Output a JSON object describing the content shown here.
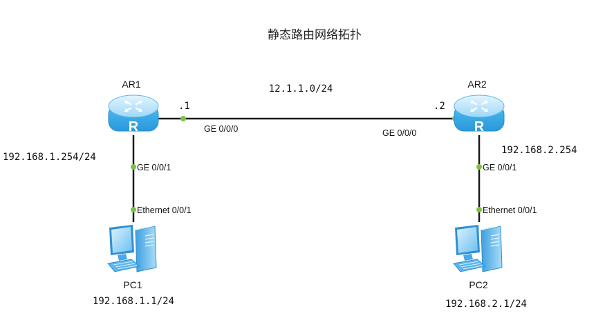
{
  "diagram": {
    "title": "静态路由网络拓扑",
    "link_network": "12.1.1.0/24",
    "colors": {
      "line": "#1a1a1a",
      "port_dot": "#7dc242",
      "router_top": "#bfe6fb",
      "router_body": "#3daee9",
      "router_dark": "#1f8fd0",
      "pc_light": "#a9dcf7",
      "pc_mid": "#5cb6ec",
      "pc_dark": "#2f8fd2"
    },
    "devices": {
      "ar1": {
        "name": "AR1",
        "router_glyph": "R",
        "addr_suffix": ".1",
        "wan_port": "GE 0/0/0",
        "lan_ip": "192.168.1.254/24",
        "lan_port": "GE 0/0/1"
      },
      "ar2": {
        "name": "AR2",
        "router_glyph": "R",
        "addr_suffix": ".2",
        "wan_port": "GE 0/0/0",
        "lan_ip": "192.168.2.254",
        "lan_port": "GE 0/0/1"
      },
      "pc1": {
        "name": "PC1",
        "port": "Ethernet 0/0/1",
        "ip": "192.168.1.1/24"
      },
      "pc2": {
        "name": "PC2",
        "port": "Ethernet 0/0/1",
        "ip": "192.168.2.1/24"
      }
    }
  }
}
